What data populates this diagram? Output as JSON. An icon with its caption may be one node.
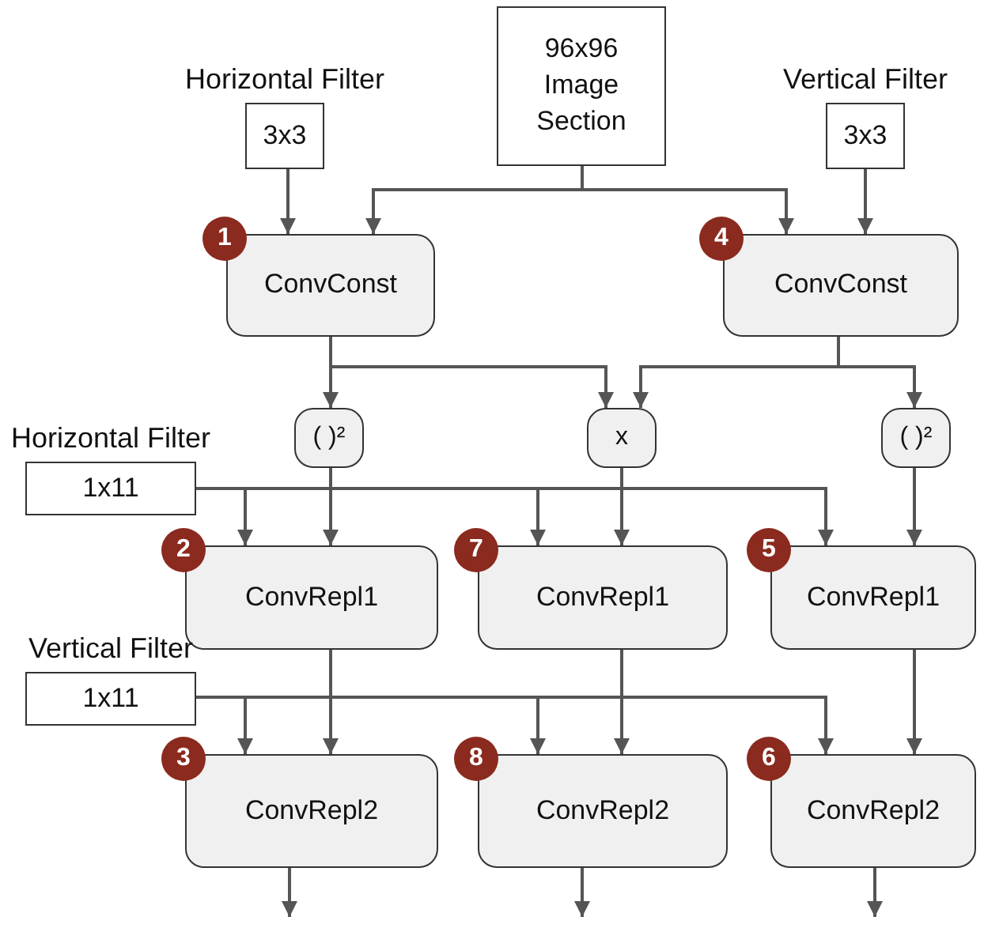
{
  "diagram": {
    "nodes": [
      {
        "text": [
          "Horizontal Filter",
          "3x3"
        ]
      },
      {
        "text": [
          "96x96 Image Section"
        ]
      },
      {
        "text": [
          "Vertical Filter",
          "3x3"
        ]
      },
      {
        "text": [
          "ConvConst"
        ],
        "beside": [
          "1"
        ]
      },
      {
        "text": [
          "ConvConst"
        ],
        "beside": [
          "4"
        ]
      },
      {
        "text": [
          "( )²"
        ]
      },
      {
        "text": [
          "x"
        ]
      },
      {
        "text": [
          "( )²"
        ]
      },
      {
        "text": [
          "Horizontal Filter",
          "1x11"
        ]
      },
      {
        "text": [
          "ConvRepl1"
        ],
        "beside": [
          "2"
        ]
      },
      {
        "text": [
          "ConvRepl1"
        ],
        "beside": [
          "7"
        ]
      },
      {
        "text": [
          "ConvRepl1"
        ],
        "beside": [
          "5"
        ]
      },
      {
        "text": [
          "Vertical Filter",
          "1x11"
        ]
      },
      {
        "text": [
          "ConvRepl2"
        ],
        "beside": [
          "3"
        ]
      },
      {
        "text": [
          "ConvRepl2"
        ],
        "beside": [
          "8"
        ]
      },
      {
        "text": [
          "ConvRepl2"
        ],
        "beside": [
          "6"
        ]
      }
    ],
    "edges": [
      {
        "from": 0,
        "to": 3,
        "arrow": "to"
      },
      {
        "from": 1,
        "to": 3,
        "arrow": "to"
      },
      {
        "from": 1,
        "to": 4,
        "arrow": "to"
      },
      {
        "from": 2,
        "to": 4,
        "arrow": "to"
      },
      {
        "from": 3,
        "to": 5,
        "arrow": "to"
      },
      {
        "from": 3,
        "to": 6,
        "arrow": "to"
      },
      {
        "from": 4,
        "to": 6,
        "arrow": "to"
      },
      {
        "from": 4,
        "to": 7,
        "arrow": "to"
      },
      {
        "from": 8,
        "to": 9,
        "arrow": "to"
      },
      {
        "from": 8,
        "to": 10,
        "arrow": "to"
      },
      {
        "from": 8,
        "to": 11,
        "arrow": "to"
      },
      {
        "from": 5,
        "to": 9,
        "arrow": "to"
      },
      {
        "from": 6,
        "to": 10,
        "arrow": "to"
      },
      {
        "from": 7,
        "to": 11,
        "arrow": "to"
      },
      {
        "from": 9,
        "to": 13,
        "arrow": "to"
      },
      {
        "from": 10,
        "to": 14,
        "arrow": "to"
      },
      {
        "from": 11,
        "to": 15,
        "arrow": "to"
      },
      {
        "from": 12,
        "to": 13,
        "arrow": "to"
      },
      {
        "from": 12,
        "to": 14,
        "arrow": "to"
      },
      {
        "from": 12,
        "to": 15,
        "arrow": "to"
      },
      {
        "from": 13,
        "to": null,
        "arrow": "to"
      },
      {
        "from": 14,
        "to": null,
        "arrow": "to"
      },
      {
        "from": 15,
        "to": null,
        "arrow": "to"
      }
    ]
  }
}
